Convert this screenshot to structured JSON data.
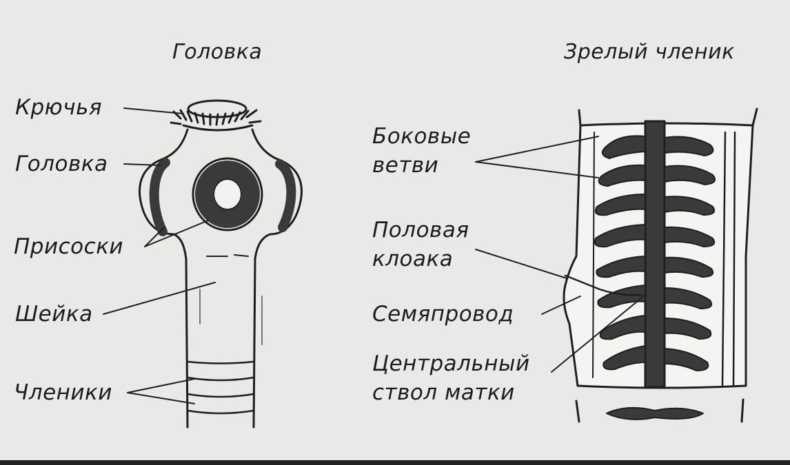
{
  "titles": {
    "head": "Головка",
    "segment": "Зрелый членик"
  },
  "left_labels": {
    "hooks": "Крючья",
    "head": "Головка",
    "suckers": "Присоски",
    "neck": "Шейка",
    "segments": "Членики"
  },
  "right_labels": {
    "lateral_branches_1": "Боковые",
    "lateral_branches_2": "ветви",
    "genital_cloaca_1": "Половая",
    "genital_cloaca_2": "клоака",
    "vas_deferens": "Семяпровод",
    "uterus_trunk_1": "Центральный",
    "uterus_trunk_2": "ствол матки"
  }
}
